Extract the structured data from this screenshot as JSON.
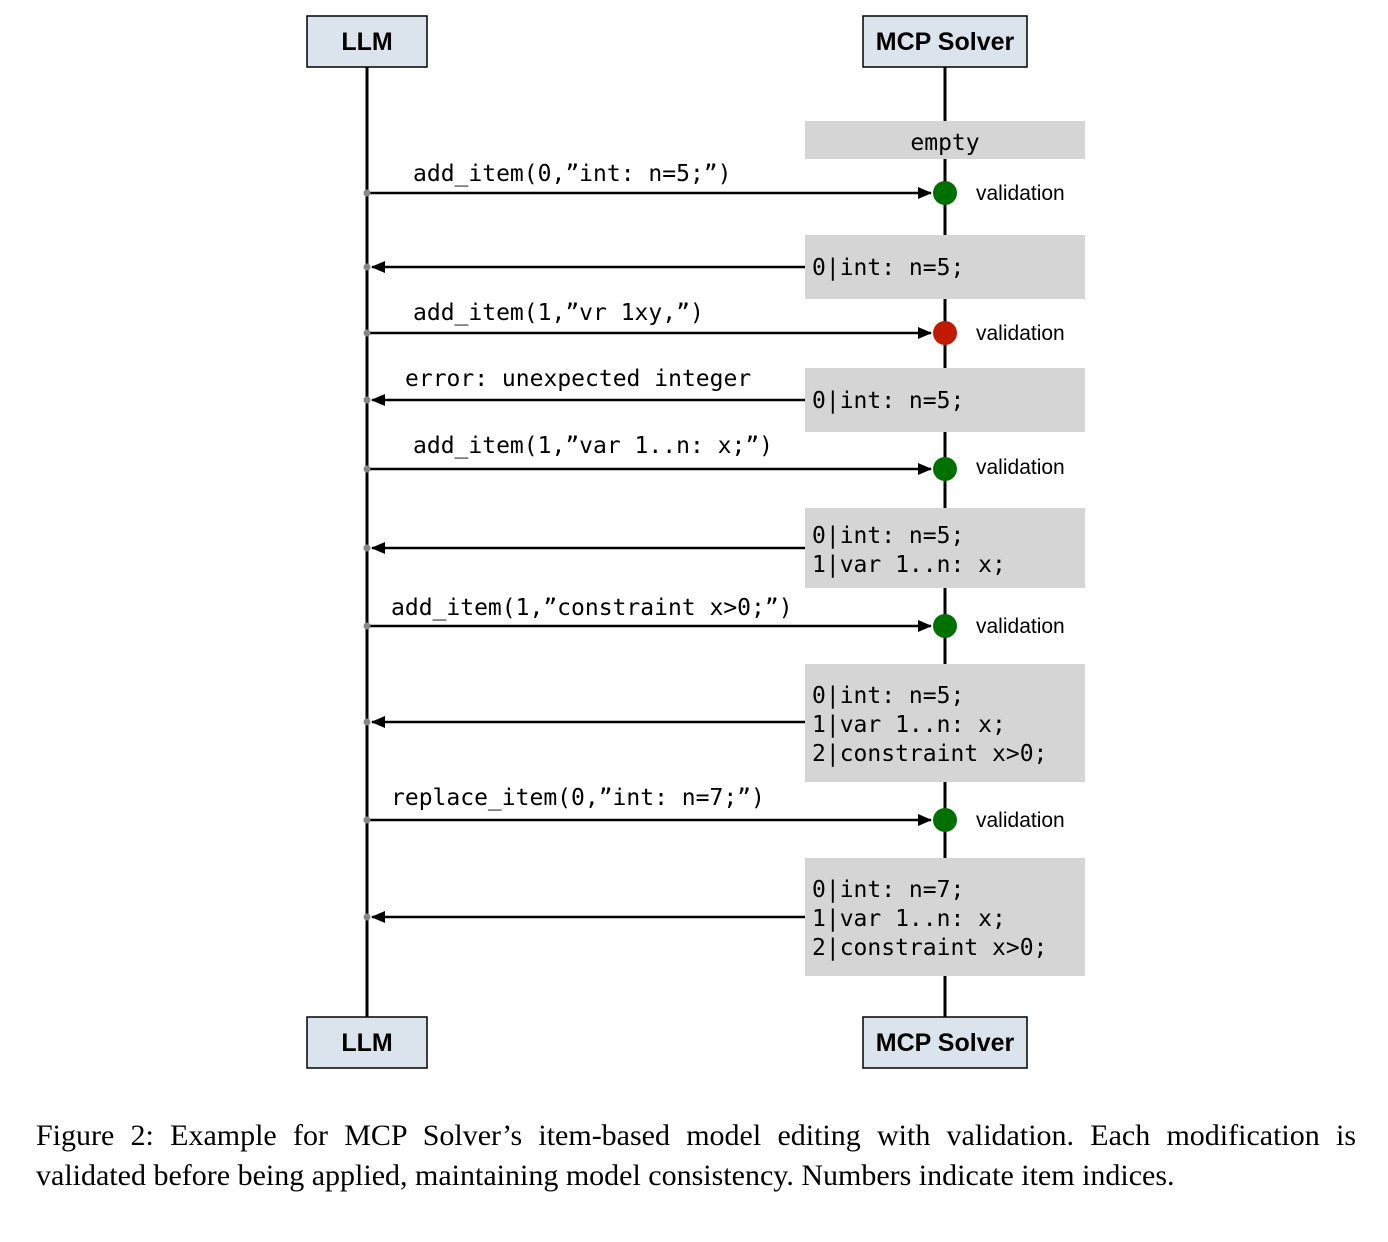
{
  "actors": {
    "left": "LLM",
    "right": "MCP Solver"
  },
  "states": {
    "s0": [
      "empty"
    ],
    "s1": [
      "0|int: n=5;"
    ],
    "s2": [
      "0|int: n=5;"
    ],
    "s3": [
      "0|int: n=5;",
      "1|var 1..n: x;"
    ],
    "s4": [
      "0|int: n=5;",
      "1|var 1..n: x;",
      "2|constraint x>0;"
    ],
    "s5": [
      "0|int: n=7;",
      "1|var 1..n: x;",
      "2|constraint x>0;"
    ]
  },
  "calls": {
    "c1": "add_item(0,”int: n=5;”)",
    "c2": "add_item(1,”vr 1xy,”)",
    "c3": "add_item(1,”var 1..n: x;”)",
    "c4": "add_item(1,”constraint x>0;”)",
    "c5": "replace_item(0,”int: n=7;”)"
  },
  "validation_label": "validation",
  "error_message": "error: unexpected integer",
  "colors": {
    "valid": "#007000",
    "invalid": "#c01a00",
    "actor_fill": "#dbe4ed",
    "state_fill": "#d5d5d5"
  },
  "validation_results": [
    "valid",
    "invalid",
    "valid",
    "valid",
    "valid"
  ],
  "caption": "Figure 2: Example for MCP Solver’s item-based model editing with validation. Each modification is validated before being applied, maintaining model consistency. Numbers indicate item indices."
}
